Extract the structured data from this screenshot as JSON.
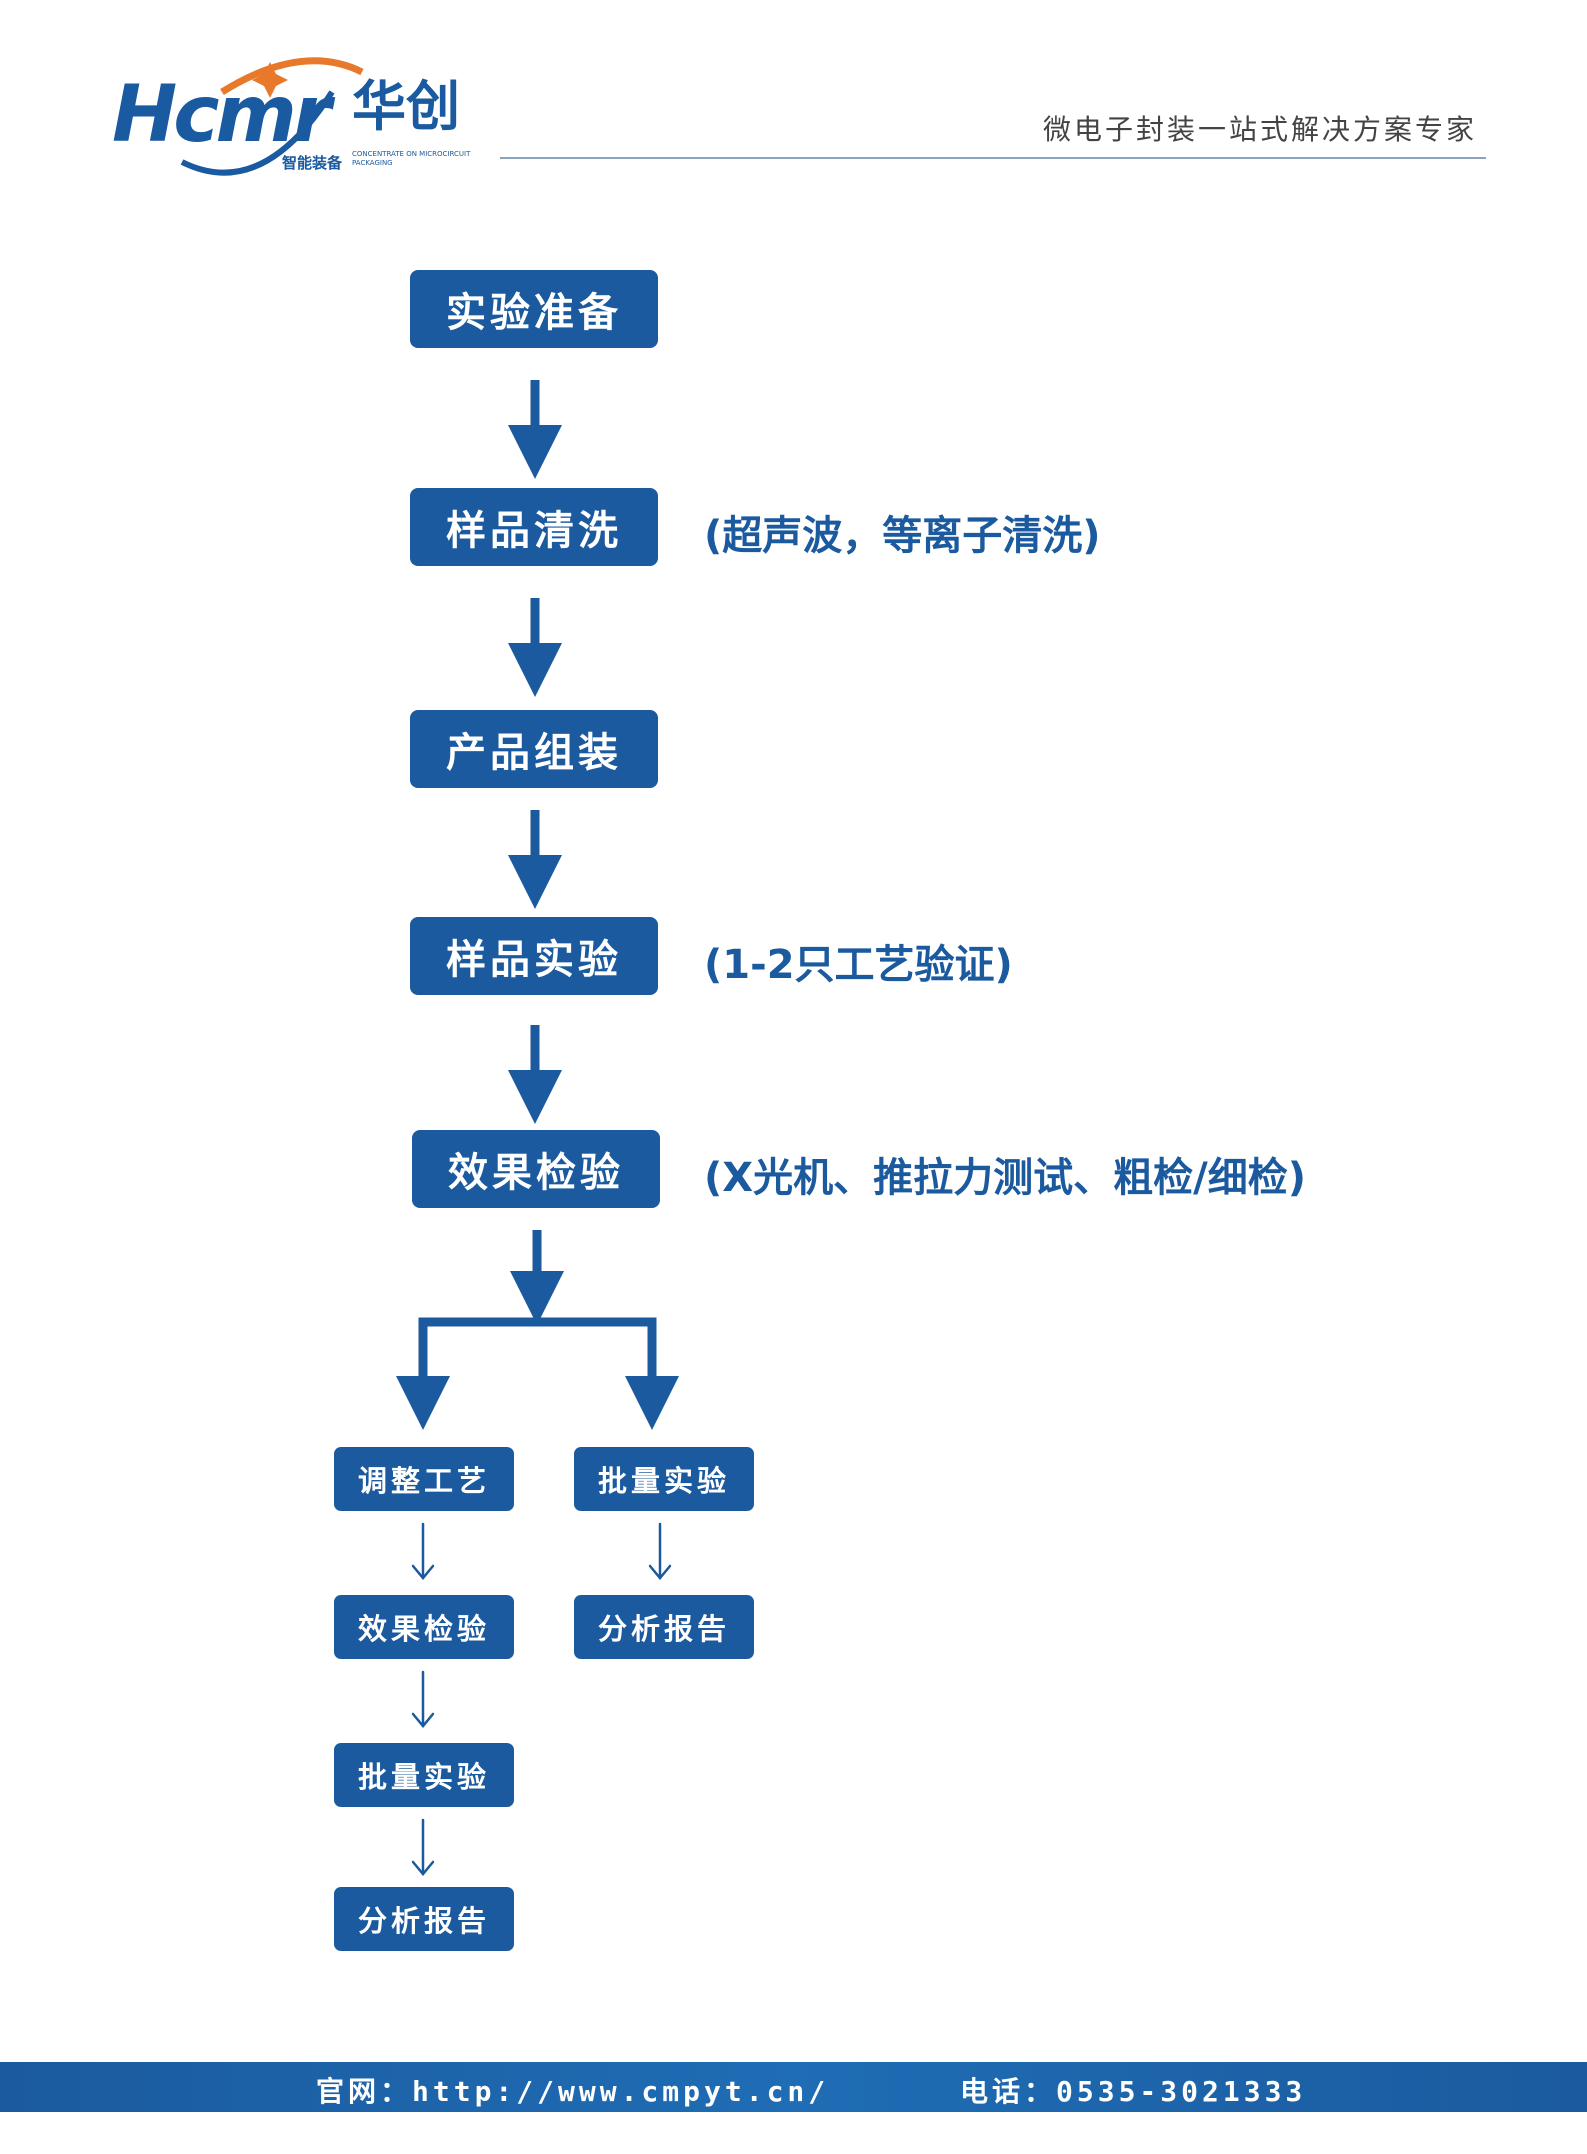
{
  "header": {
    "logo_text": "Hcmr",
    "logo_cn": "华创",
    "logo_sub": "智能装备",
    "logo_en": "CONCENTRATE ON MICROCIRCUIT PACKAGING",
    "tagline": "微电子封装一站式解决方案专家"
  },
  "flow": {
    "main_steps": [
      "实验准备",
      "样品清洗",
      "产品组装",
      "样品实验",
      "效果检验"
    ],
    "notes": {
      "cleaning": "(超声波，等离子清洗)",
      "sample_test": "(1-2只工艺验证)",
      "inspection": "(X光机、推拉力测试、粗检/细检)"
    },
    "left_branch": [
      "调整工艺",
      "效果检验",
      "批量实验",
      "分析报告"
    ],
    "right_branch": [
      "批量实验",
      "分析报告"
    ]
  },
  "footer": {
    "website": "官网：http://www.cmpyt.cn/",
    "phone": "电话：0535-3021333"
  },
  "colors": {
    "primary": "#1b5a9e",
    "accent_orange": "#e8792b"
  }
}
